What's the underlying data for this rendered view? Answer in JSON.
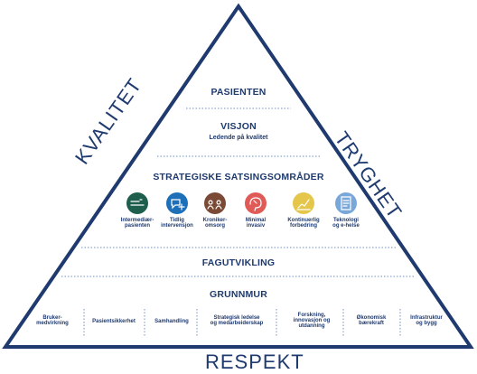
{
  "sides": {
    "left": "KVALITET",
    "right": "TRYGHET",
    "bottom": "RESPEKT"
  },
  "levels": {
    "pasienten": "PASIENTEN",
    "visjon_title": "VISJON",
    "visjon_sub": "Ledende på kvalitet",
    "strategi_title": "STRATEGISKE SATSINGSOMRÅDER",
    "fagutvikling": "FAGUTVIKLING",
    "grunnmur": "GRUNNMUR"
  },
  "strategic_areas": [
    {
      "line1": "Intermediær-",
      "line2": "pasienten",
      "color": "#1e5e4c",
      "icon": "bed-icon"
    },
    {
      "line1": "Tidlig",
      "line2": "intervensjon",
      "color": "#1d6fb8",
      "icon": "chat-plus-icon"
    },
    {
      "line1": "Kroniker-",
      "line2": "omsorg",
      "color": "#7a4a36",
      "icon": "people-icon"
    },
    {
      "line1": "Minimal",
      "line2": "invasiv",
      "color": "#e05a57",
      "icon": "brain-icon"
    },
    {
      "line1": "Kontinuerlig",
      "line2": "forbedring",
      "color": "#e3c64a",
      "icon": "trend-chart-icon"
    },
    {
      "line1": "Teknologi",
      "line2": "og e-helse",
      "color": "#7aa7d9",
      "icon": "tablet-icon"
    }
  ],
  "foundation": [
    {
      "lines": [
        "Bruker-",
        "medvirkning"
      ]
    },
    {
      "lines": [
        "Pasientsikkerhet"
      ]
    },
    {
      "lines": [
        "Samhandling"
      ]
    },
    {
      "lines": [
        "Strategisk ledelse",
        "og medarbeiderskap"
      ]
    },
    {
      "lines": [
        "Forskning,",
        "innovasjon og",
        "utdanning"
      ]
    },
    {
      "lines": [
        "Økonomisk",
        "bærekraft"
      ]
    },
    {
      "lines": [
        "Infrastruktur",
        "og bygg"
      ]
    }
  ],
  "colors": {
    "primary": "#1f3a6e",
    "divider": "#6f8fbf"
  }
}
